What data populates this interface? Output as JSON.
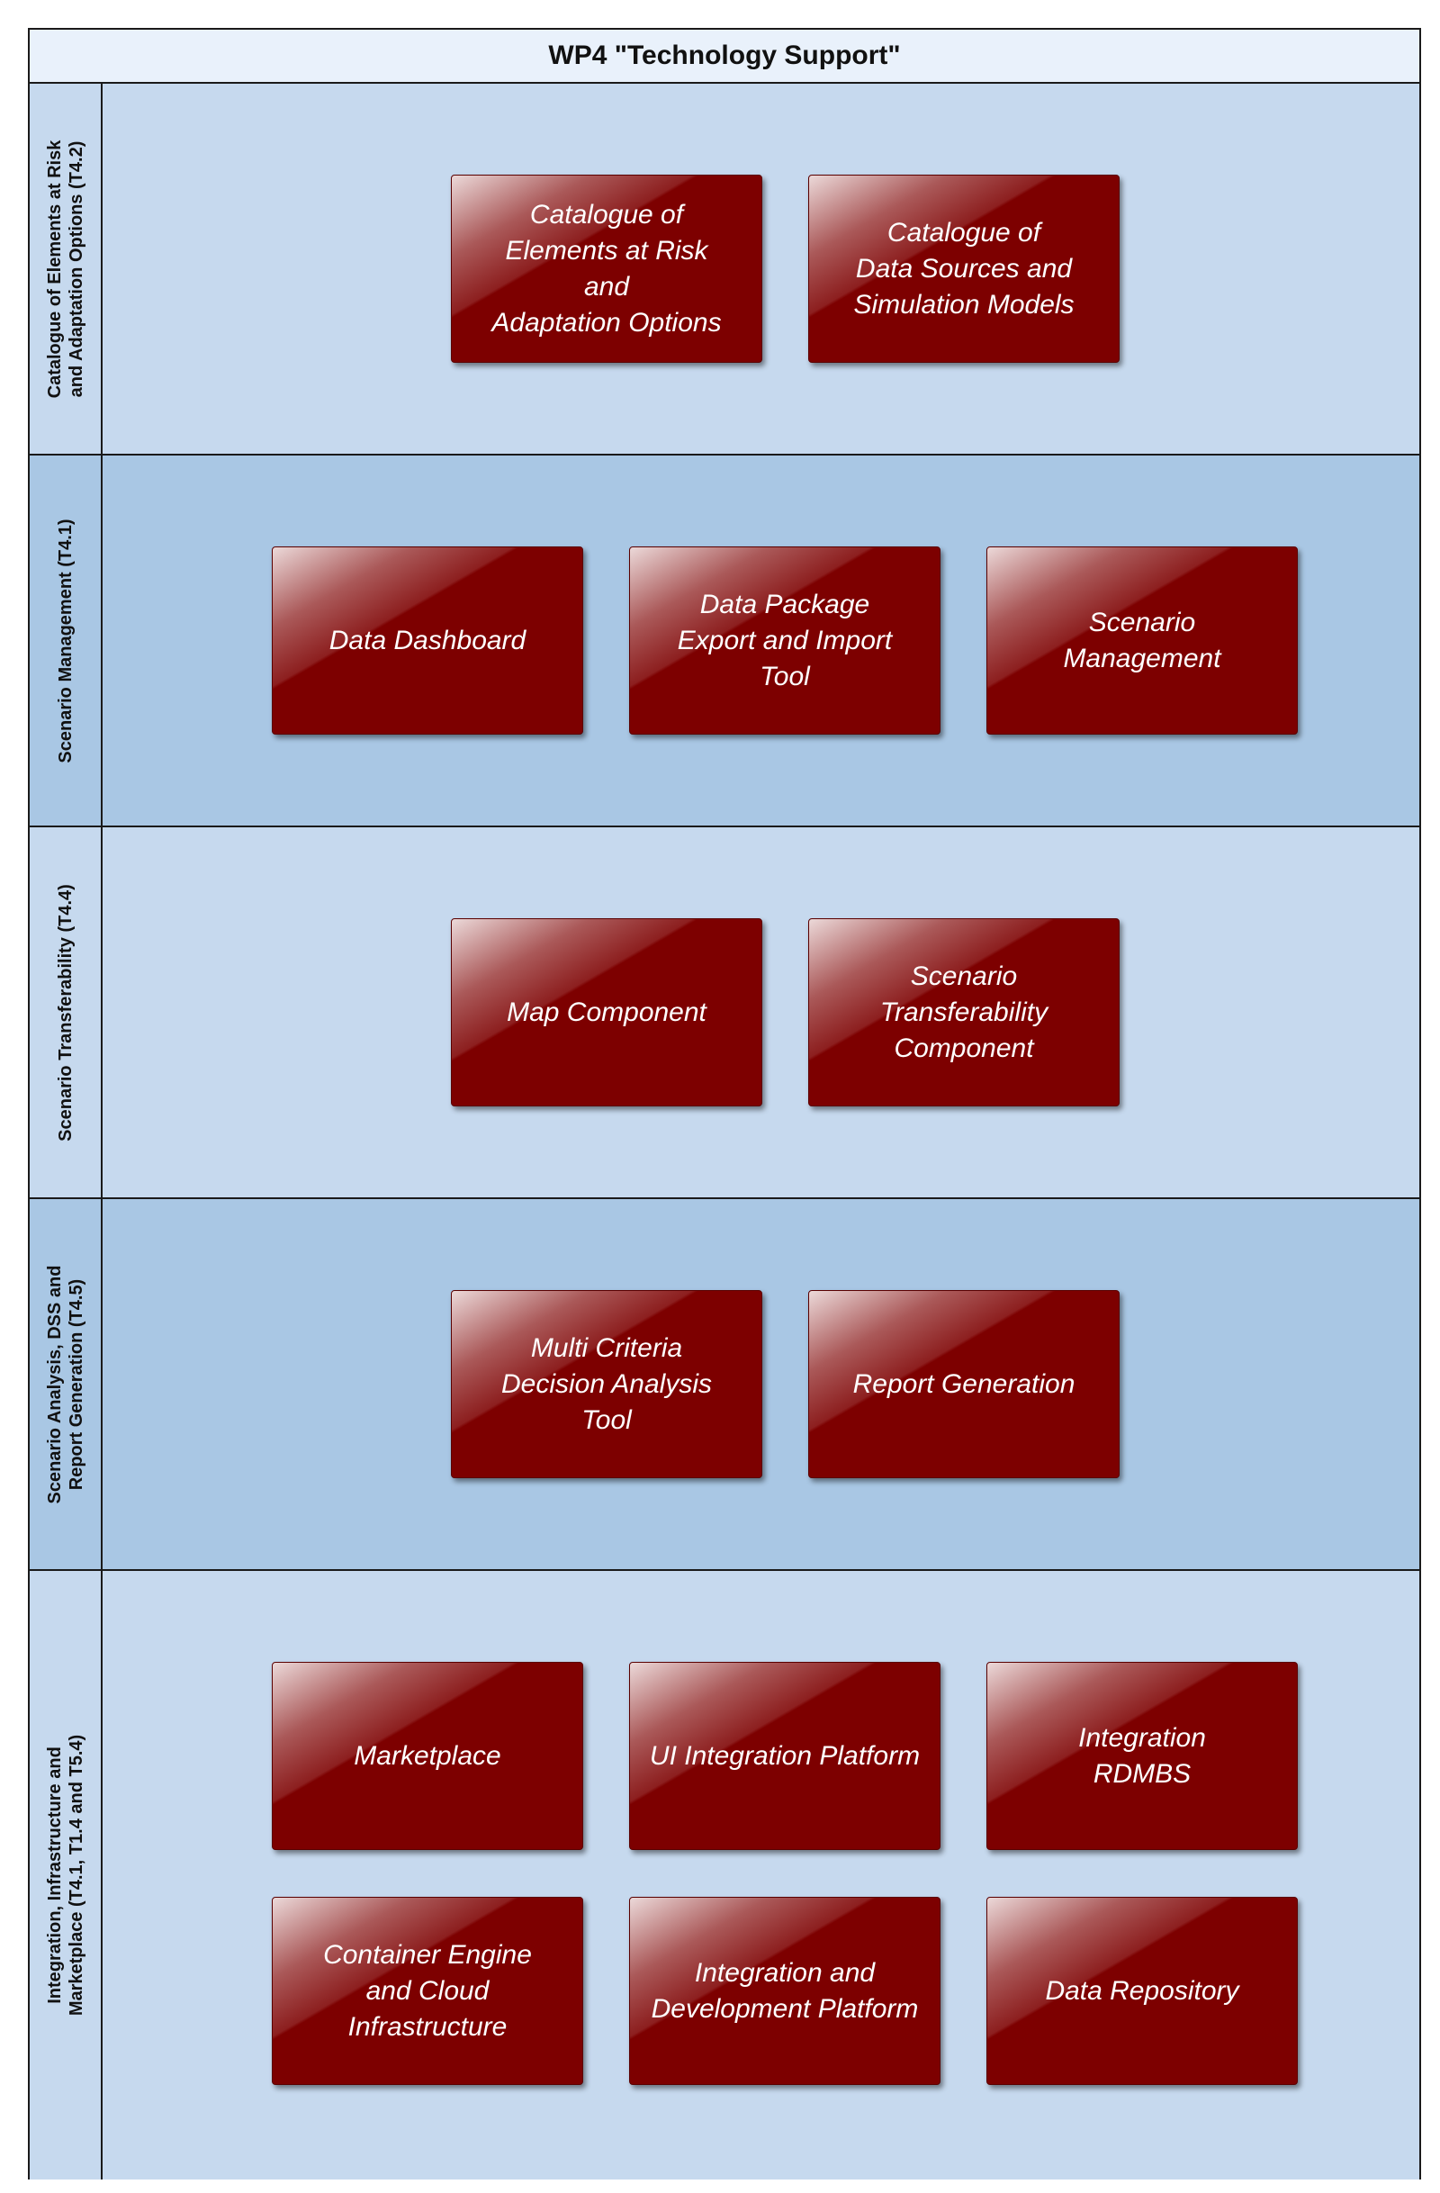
{
  "title": "WP4 \"Technology Support\"",
  "lanes": [
    {
      "label": "Catalogue of Elements at Risk\nand Adaptation Options (T4.2)",
      "fill": "#c6d9ee",
      "boxes": [
        "Catalogue of\nElements at Risk\nand\nAdaptation Options",
        "Catalogue of\nData Sources and\nSimulation Models"
      ]
    },
    {
      "label": "Scenario Management (T4.1)",
      "fill": "#a9c7e4",
      "boxes": [
        "Data Dashboard",
        "Data Package\nExport and Import\nTool",
        "Scenario\nManagement"
      ]
    },
    {
      "label": "Scenario Transferability (T4.4)",
      "fill": "#c6d9ee",
      "boxes": [
        "Map Component",
        "Scenario\nTransferability\nComponent"
      ]
    },
    {
      "label": "Scenario Analysis, DSS and\nReport Generation (T4.5)",
      "fill": "#a9c7e4",
      "boxes": [
        "Multi Criteria\nDecision Analysis\nTool",
        "Report Generation"
      ]
    },
    {
      "label": "Integration, Infrastructure and\nMarketplace (T4.1, T1.4 and T5.4)",
      "fill": "#c6d9ee",
      "boxes": [
        "Marketplace",
        "UI Integration Platform",
        "Integration\nRDMBS",
        "Container Engine\nand Cloud\nInfrastructure",
        "Integration and\nDevelopment Platform",
        "Data Repository"
      ]
    }
  ],
  "colors": {
    "box_fill": "#7d0000",
    "lane_light": "#c6d9ee",
    "lane_dark": "#a9c7e4",
    "title_fill": "#e9f1fb"
  }
}
